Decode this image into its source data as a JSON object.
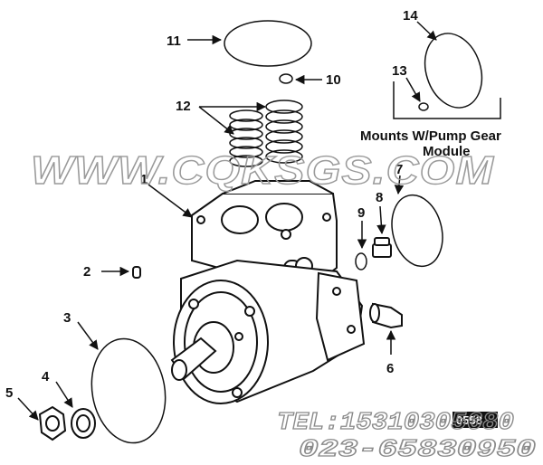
{
  "callouts": [
    {
      "id": "1",
      "text": "1"
    },
    {
      "id": "2",
      "text": "2"
    },
    {
      "id": "3",
      "text": "3"
    },
    {
      "id": "4",
      "text": "4"
    },
    {
      "id": "5",
      "text": "5"
    },
    {
      "id": "6",
      "text": "6"
    },
    {
      "id": "7",
      "text": "7"
    },
    {
      "id": "8",
      "text": "8"
    },
    {
      "id": "9",
      "text": "9"
    },
    {
      "id": "10",
      "text": "10"
    },
    {
      "id": "11",
      "text": "11"
    },
    {
      "id": "12",
      "text": "12"
    },
    {
      "id": "13",
      "text": "13"
    },
    {
      "id": "14",
      "text": "14"
    }
  ],
  "note": {
    "line1": "Mounts W/Pump Gear",
    "line2": "Module"
  },
  "watermark": "WWW.CQKSGS.COM",
  "tel": "TEL:15310305680",
  "phone": "023-65830950",
  "badge": "0558"
}
